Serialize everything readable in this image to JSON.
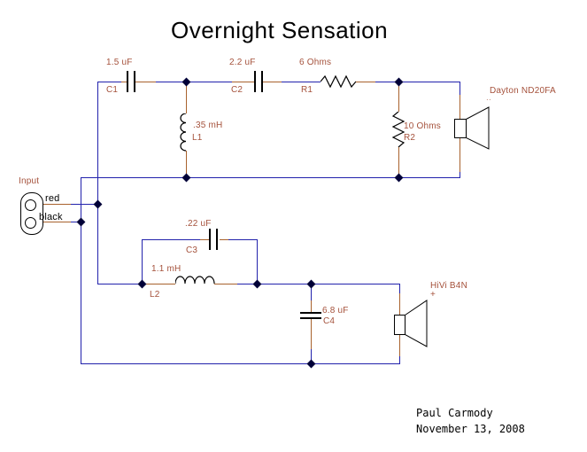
{
  "title": "Overnight Sensation",
  "input": {
    "label": "Input",
    "positive_terminal": "red",
    "negative_terminal": "black"
  },
  "components": {
    "c1": {
      "value": "1.5 uF",
      "ref": "C1"
    },
    "c2": {
      "value": "2.2 uF",
      "ref": "C2"
    },
    "r1": {
      "value": "6 Ohms",
      "ref": "R1"
    },
    "l1": {
      "value": ".35 mH",
      "ref": "L1"
    },
    "r2": {
      "value": "10 Ohms",
      "ref": "R2"
    },
    "c3": {
      "value": ".22 uF",
      "ref": "C3"
    },
    "l2": {
      "value": "1.1 mH",
      "ref": "L2"
    },
    "c4": {
      "value": "6.8 uF",
      "ref": "C4"
    }
  },
  "drivers": {
    "tweeter": {
      "name": "Dayton ND20FA",
      "mark": ".."
    },
    "woofer": {
      "name": "HiVi B4N",
      "mark": "+"
    }
  },
  "credit": {
    "author": "Paul Carmody",
    "date": "November 13, 2008"
  },
  "colors": {
    "wire": "#2222ac",
    "lead": "#a8622d",
    "label": "#a5523c",
    "symbol": "#000000",
    "junction": "#000038",
    "background": "#ffffff"
  }
}
